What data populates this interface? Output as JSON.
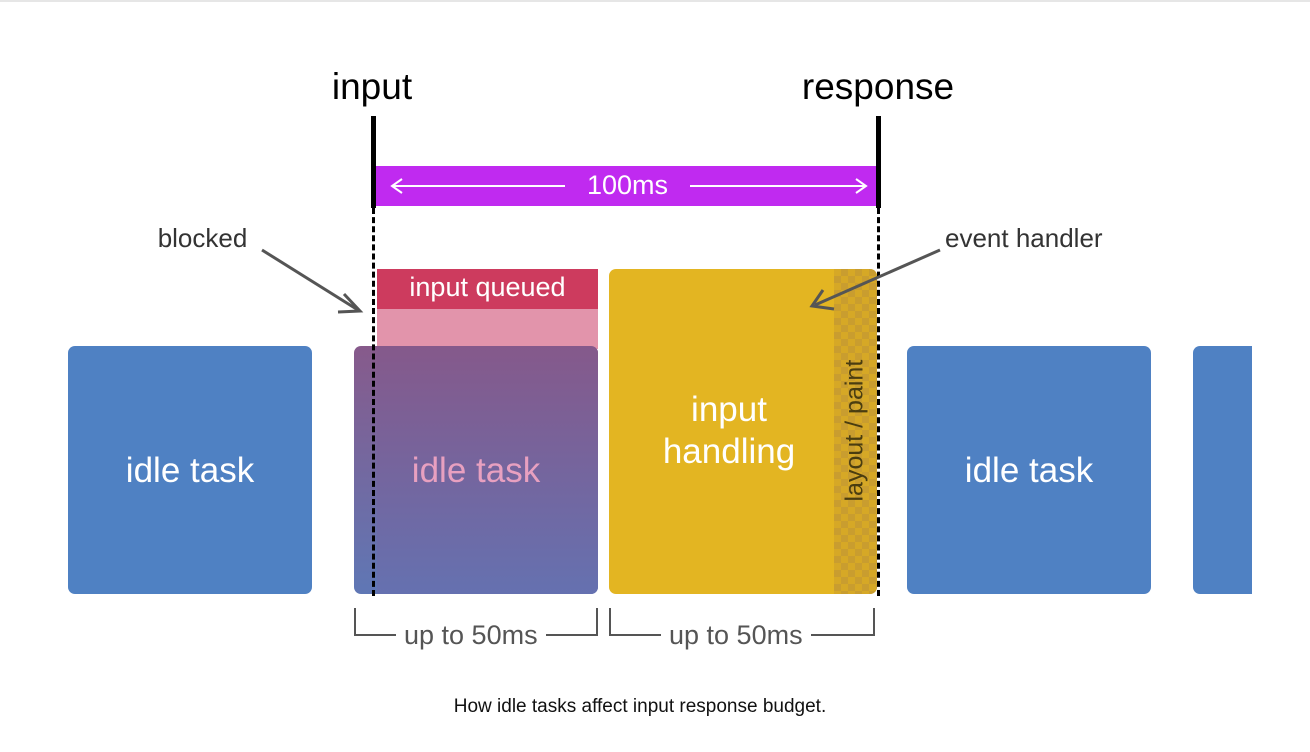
{
  "labels": {
    "input": "input",
    "response": "response",
    "budget": "100ms",
    "blocked": "blocked",
    "event_handler": "event handler",
    "input_queued": "input queued",
    "idle_task": "idle task",
    "input_handling_line1": "input",
    "input_handling_line2": "handling",
    "layout_paint": "layout / paint",
    "up_to_1": "up to 50ms",
    "up_to_2": "up to 50ms"
  },
  "caption": "How idle tasks affect input response budget.",
  "colors": {
    "idle_blue": "#4f81c3",
    "budget_purple": "#c02af0",
    "queued_red": "#cd3b5e",
    "queued_pink": "#e294ab",
    "handling_yellow": "#e3b522",
    "blended_idle": "#7a5f9c"
  }
}
